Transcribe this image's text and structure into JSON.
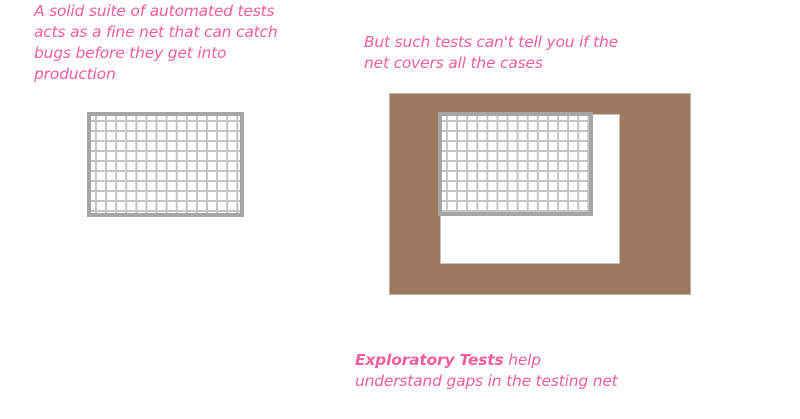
{
  "captions": {
    "left": "A solid suite of automated tests acts as a fine net that can catch bugs before they get into production",
    "right": "But such tests can't tell you if the net covers all the cases",
    "bottom_bold": "Exploratory Tests",
    "bottom_rest": " help understand gaps in the testing net"
  },
  "colors": {
    "caption": "#f0609e",
    "net_border": "#a6a6a6",
    "net_grid": "#c4c4c4",
    "uncovered_area": "#9c7a5f",
    "covered_area": "#ffffff"
  },
  "diagram": {
    "left_panel": {
      "element": "test-net",
      "grid_columns": 15,
      "grid_rows": 10
    },
    "right_panel": {
      "elements": [
        "uncovered-space (brown)",
        "required-coverage (white)",
        "test-net"
      ],
      "grid_columns": 15,
      "grid_rows": 10
    }
  }
}
